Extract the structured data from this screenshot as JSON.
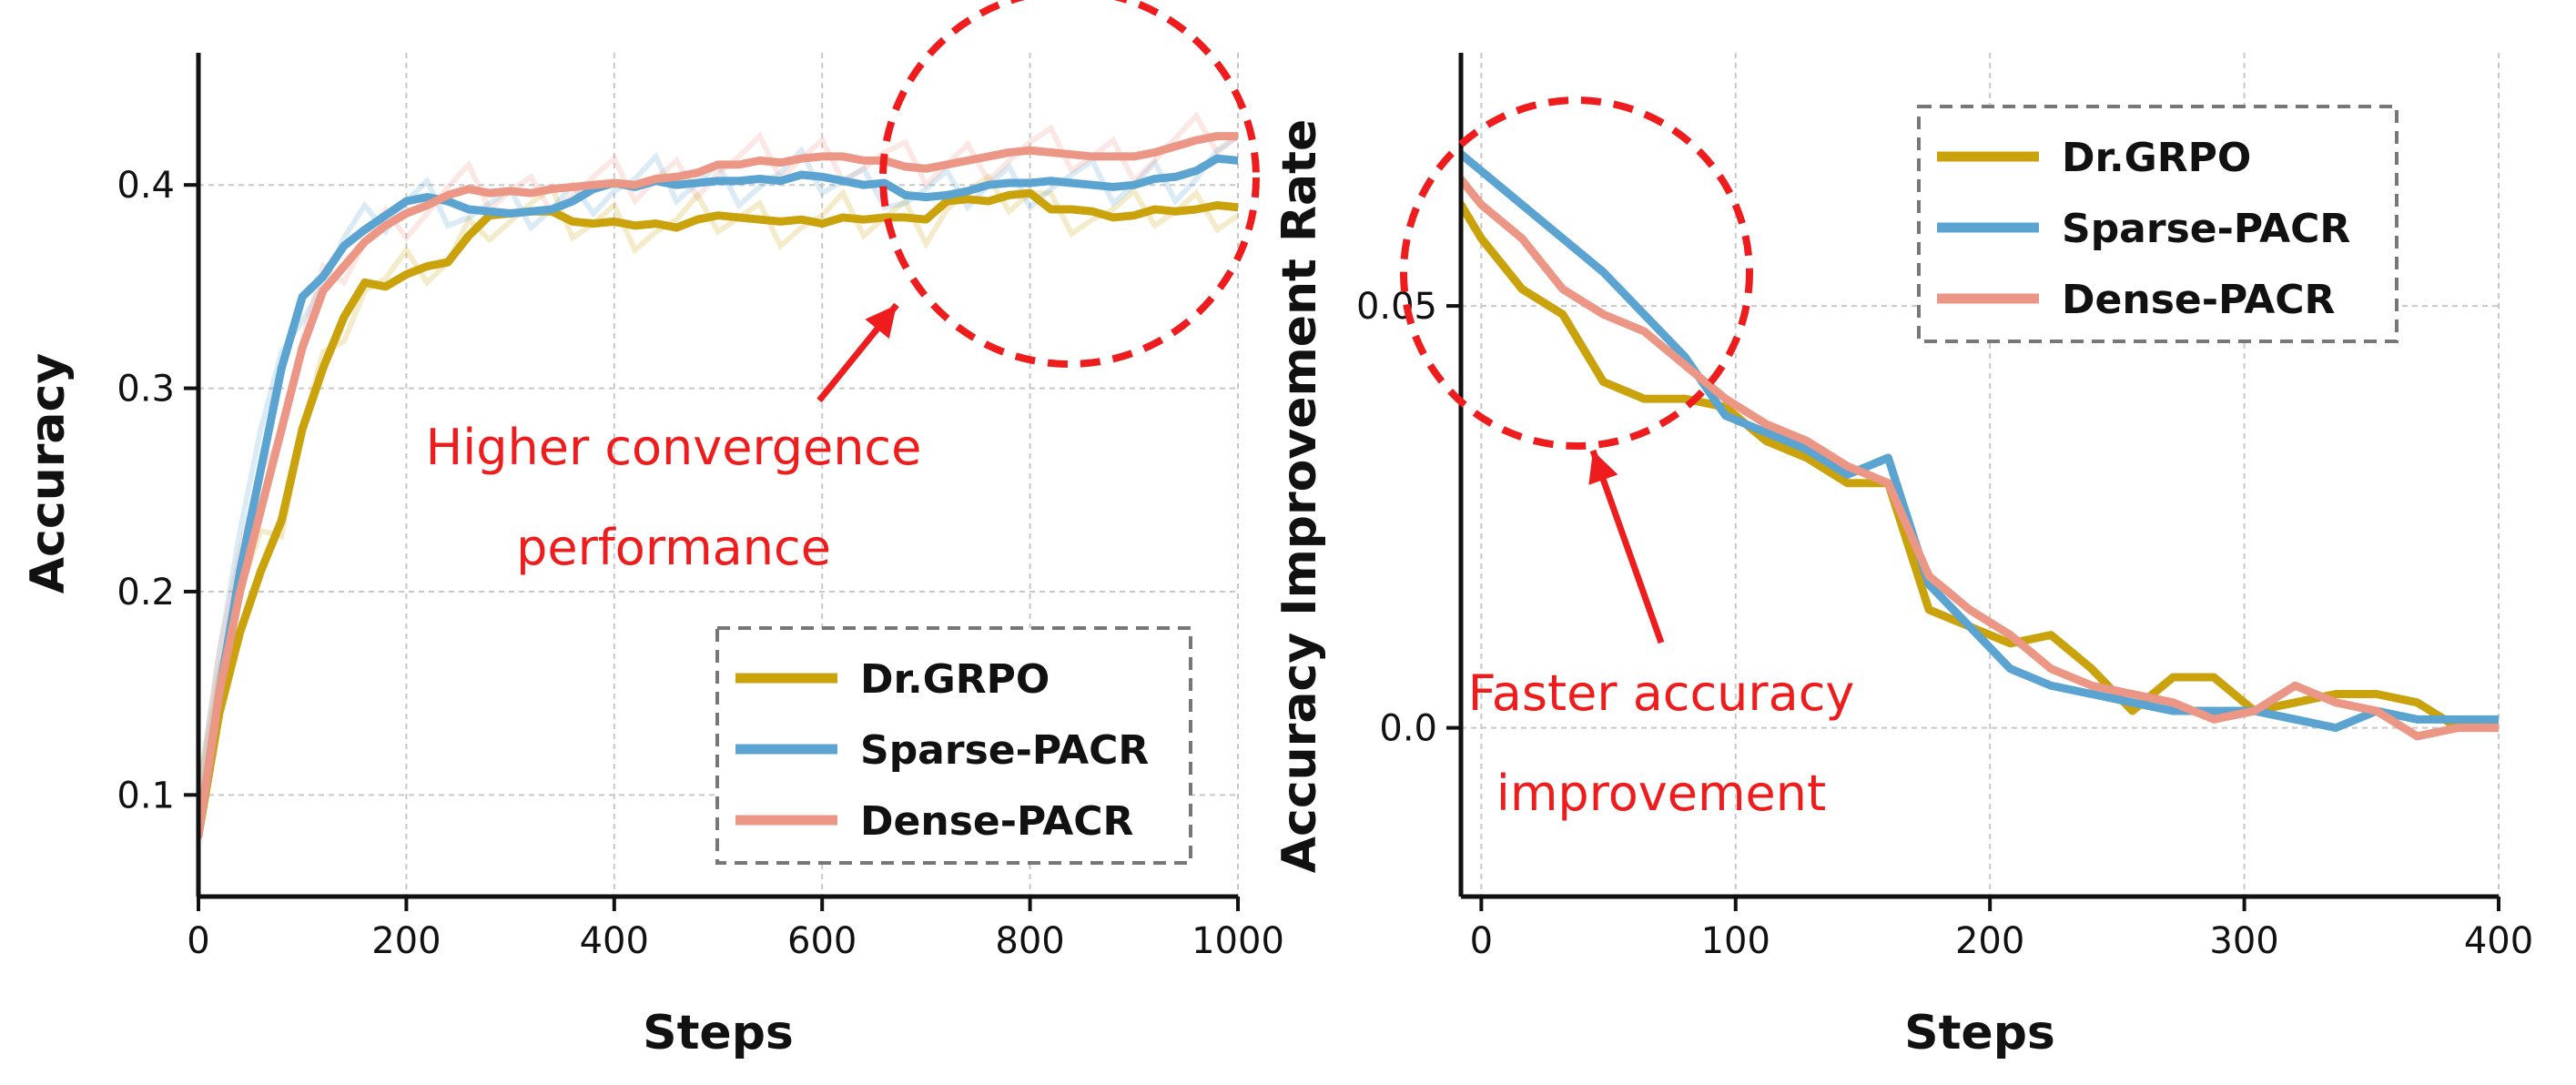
{
  "chart_data": [
    {
      "type": "line",
      "xlabel": "Steps",
      "ylabel": "Accuracy",
      "xlim": [
        0,
        1000
      ],
      "ylim": [
        0.05,
        0.465
      ],
      "xticks": [
        0,
        200,
        400,
        600,
        800,
        1000
      ],
      "xtick_labels": [
        "0",
        "200",
        "400",
        "600",
        "800",
        "1000"
      ],
      "yticks": [
        0.1,
        0.2,
        0.3,
        0.4
      ],
      "ytick_labels": [
        "0.1",
        "0.2",
        "0.3",
        "0.4"
      ],
      "grid": true,
      "legend_position": "bottom-right",
      "series": [
        {
          "name": "Dr.GRPO",
          "color": "#c9a20c",
          "x": [
            0,
            20,
            40,
            60,
            80,
            100,
            120,
            140,
            160,
            180,
            200,
            220,
            240,
            260,
            280,
            300,
            320,
            340,
            360,
            380,
            400,
            420,
            440,
            460,
            480,
            500,
            520,
            540,
            560,
            580,
            600,
            620,
            640,
            660,
            680,
            700,
            720,
            740,
            760,
            780,
            800,
            820,
            840,
            860,
            880,
            900,
            920,
            940,
            960,
            980,
            1000
          ],
          "y": [
            0.08,
            0.14,
            0.18,
            0.21,
            0.235,
            0.28,
            0.31,
            0.335,
            0.352,
            0.35,
            0.356,
            0.36,
            0.362,
            0.375,
            0.385,
            0.386,
            0.387,
            0.387,
            0.382,
            0.381,
            0.382,
            0.38,
            0.381,
            0.379,
            0.383,
            0.385,
            0.384,
            0.383,
            0.382,
            0.383,
            0.381,
            0.384,
            0.383,
            0.384,
            0.384,
            0.383,
            0.392,
            0.393,
            0.392,
            0.395,
            0.396,
            0.388,
            0.388,
            0.387,
            0.384,
            0.385,
            0.388,
            0.387,
            0.388,
            0.39,
            0.389
          ]
        },
        {
          "name": "Sparse-PACR",
          "color": "#5ba4d2",
          "x": [
            0,
            20,
            40,
            60,
            80,
            100,
            120,
            140,
            160,
            180,
            200,
            220,
            240,
            260,
            280,
            300,
            320,
            340,
            360,
            380,
            400,
            420,
            440,
            460,
            480,
            500,
            520,
            540,
            560,
            580,
            600,
            620,
            640,
            660,
            680,
            700,
            720,
            740,
            760,
            780,
            800,
            820,
            840,
            860,
            880,
            900,
            920,
            940,
            960,
            980,
            1000
          ],
          "y": [
            0.08,
            0.15,
            0.21,
            0.26,
            0.31,
            0.345,
            0.355,
            0.37,
            0.378,
            0.385,
            0.392,
            0.394,
            0.392,
            0.388,
            0.387,
            0.386,
            0.387,
            0.388,
            0.392,
            0.398,
            0.401,
            0.399,
            0.402,
            0.4,
            0.401,
            0.402,
            0.402,
            0.403,
            0.402,
            0.405,
            0.404,
            0.402,
            0.4,
            0.401,
            0.395,
            0.394,
            0.395,
            0.397,
            0.4,
            0.401,
            0.401,
            0.402,
            0.401,
            0.4,
            0.399,
            0.4,
            0.403,
            0.404,
            0.407,
            0.413,
            0.412
          ]
        },
        {
          "name": "Dense-PACR",
          "color": "#ec9686",
          "x": [
            0,
            20,
            40,
            60,
            80,
            100,
            120,
            140,
            160,
            180,
            200,
            220,
            240,
            260,
            280,
            300,
            320,
            340,
            360,
            380,
            400,
            420,
            440,
            460,
            480,
            500,
            520,
            540,
            560,
            580,
            600,
            620,
            640,
            660,
            680,
            700,
            720,
            740,
            760,
            780,
            800,
            820,
            840,
            860,
            880,
            900,
            920,
            940,
            960,
            980,
            1000
          ],
          "y": [
            0.08,
            0.15,
            0.2,
            0.24,
            0.28,
            0.32,
            0.348,
            0.36,
            0.372,
            0.38,
            0.386,
            0.39,
            0.395,
            0.398,
            0.396,
            0.397,
            0.396,
            0.398,
            0.399,
            0.4,
            0.401,
            0.4,
            0.403,
            0.404,
            0.406,
            0.41,
            0.41,
            0.412,
            0.411,
            0.413,
            0.414,
            0.414,
            0.412,
            0.412,
            0.409,
            0.408,
            0.41,
            0.412,
            0.414,
            0.416,
            0.417,
            0.416,
            0.415,
            0.414,
            0.414,
            0.414,
            0.416,
            0.419,
            0.422,
            0.424,
            0.424
          ]
        }
      ],
      "annotation": {
        "text_line1": "Higher convergence",
        "text_line2": "performance"
      }
    },
    {
      "type": "line",
      "xlabel": "Steps",
      "ylabel": "Accuracy Improvement Rate",
      "xlim": [
        -8,
        400
      ],
      "ylim": [
        -0.02,
        0.08
      ],
      "xticks": [
        0,
        100,
        200,
        300,
        400
      ],
      "xtick_labels": [
        "0",
        "100",
        "200",
        "300",
        "400"
      ],
      "yticks": [
        0.0,
        0.05
      ],
      "ytick_labels": [
        "0.0",
        "0.05"
      ],
      "grid": true,
      "legend_position": "top-right",
      "series": [
        {
          "name": "Dr.GRPO",
          "color": "#c9a20c",
          "x": [
            -8,
            0,
            16,
            32,
            48,
            64,
            80,
            96,
            112,
            128,
            144,
            160,
            176,
            192,
            208,
            224,
            240,
            256,
            272,
            288,
            304,
            320,
            336,
            352,
            368,
            384,
            400
          ],
          "y": [
            0.062,
            0.058,
            0.052,
            0.049,
            0.041,
            0.039,
            0.039,
            0.038,
            0.034,
            0.032,
            0.029,
            0.029,
            0.014,
            0.012,
            0.01,
            0.011,
            0.007,
            0.002,
            0.006,
            0.006,
            0.002,
            0.003,
            0.004,
            0.004,
            0.003,
            0.0,
            0.001
          ]
        },
        {
          "name": "Sparse-PACR",
          "color": "#5ba4d2",
          "x": [
            -8,
            0,
            16,
            32,
            48,
            64,
            80,
            96,
            112,
            128,
            144,
            160,
            176,
            192,
            208,
            224,
            240,
            256,
            272,
            288,
            304,
            320,
            336,
            352,
            368,
            384,
            400
          ],
          "y": [
            0.068,
            0.066,
            0.062,
            0.058,
            0.054,
            0.049,
            0.044,
            0.037,
            0.035,
            0.033,
            0.03,
            0.032,
            0.017,
            0.012,
            0.007,
            0.005,
            0.004,
            0.003,
            0.002,
            0.002,
            0.002,
            0.001,
            0.0,
            0.002,
            0.001,
            0.001,
            0.001
          ]
        },
        {
          "name": "Dense-PACR",
          "color": "#ec9686",
          "x": [
            -8,
            0,
            16,
            32,
            48,
            64,
            80,
            96,
            112,
            128,
            144,
            160,
            176,
            192,
            208,
            224,
            240,
            256,
            272,
            288,
            304,
            320,
            336,
            352,
            368,
            384,
            400
          ],
          "y": [
            0.065,
            0.062,
            0.058,
            0.052,
            0.049,
            0.047,
            0.043,
            0.039,
            0.036,
            0.034,
            0.031,
            0.029,
            0.018,
            0.014,
            0.011,
            0.007,
            0.005,
            0.004,
            0.003,
            0.001,
            0.002,
            0.005,
            0.003,
            0.002,
            -0.001,
            0.0,
            0.0
          ]
        }
      ],
      "annotation": {
        "text_line1": "Faster accuracy",
        "text_line2": "improvement"
      }
    }
  ]
}
